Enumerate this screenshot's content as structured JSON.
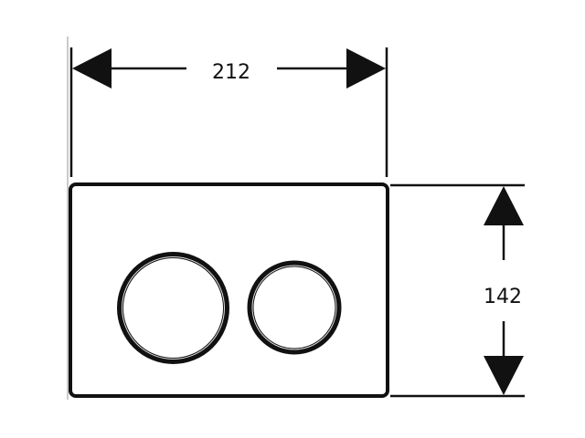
{
  "diagram": {
    "type": "technical-dimension-drawing",
    "subject": "dual flush button plate",
    "colors": {
      "stroke": "#111111",
      "background": "#ffffff",
      "guide": "#b0b0b0"
    },
    "dimensions": {
      "width": {
        "label": "212"
      },
      "height": {
        "label": "142"
      }
    },
    "plate": {
      "shape": "rounded-rectangle"
    },
    "buttons": [
      {
        "name": "large-flush-button",
        "shape": "circle"
      },
      {
        "name": "small-flush-button",
        "shape": "circle"
      }
    ]
  }
}
